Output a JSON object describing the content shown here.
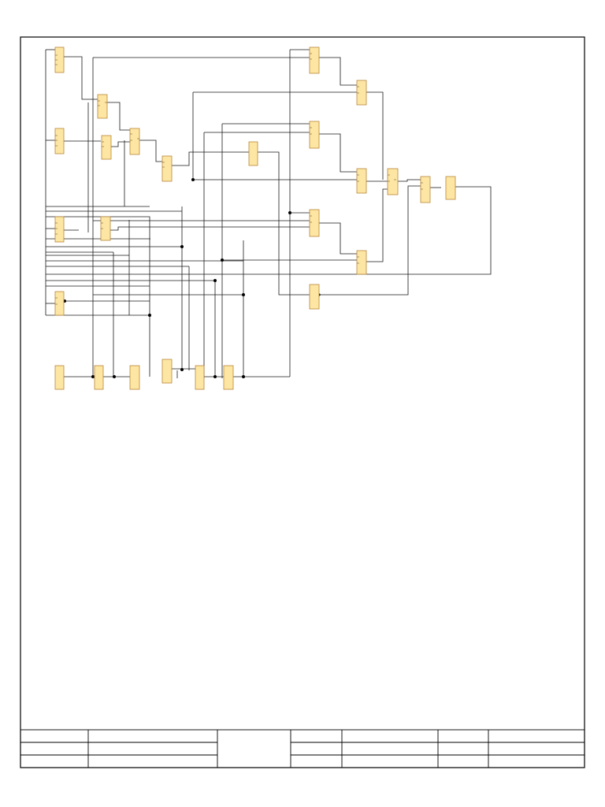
{
  "colors": {
    "block_fill": "#fde6a3",
    "block_stroke": "#b8863a",
    "wire": "#1a1a1a",
    "frame": "#000000",
    "background": "#ffffff"
  },
  "diagram": {
    "type": "function-block-logic-diagram",
    "block_count": 30,
    "blocks_labeled": false
  },
  "title_block": {
    "rows": 3,
    "columns": 8,
    "cells_text": "empty"
  }
}
